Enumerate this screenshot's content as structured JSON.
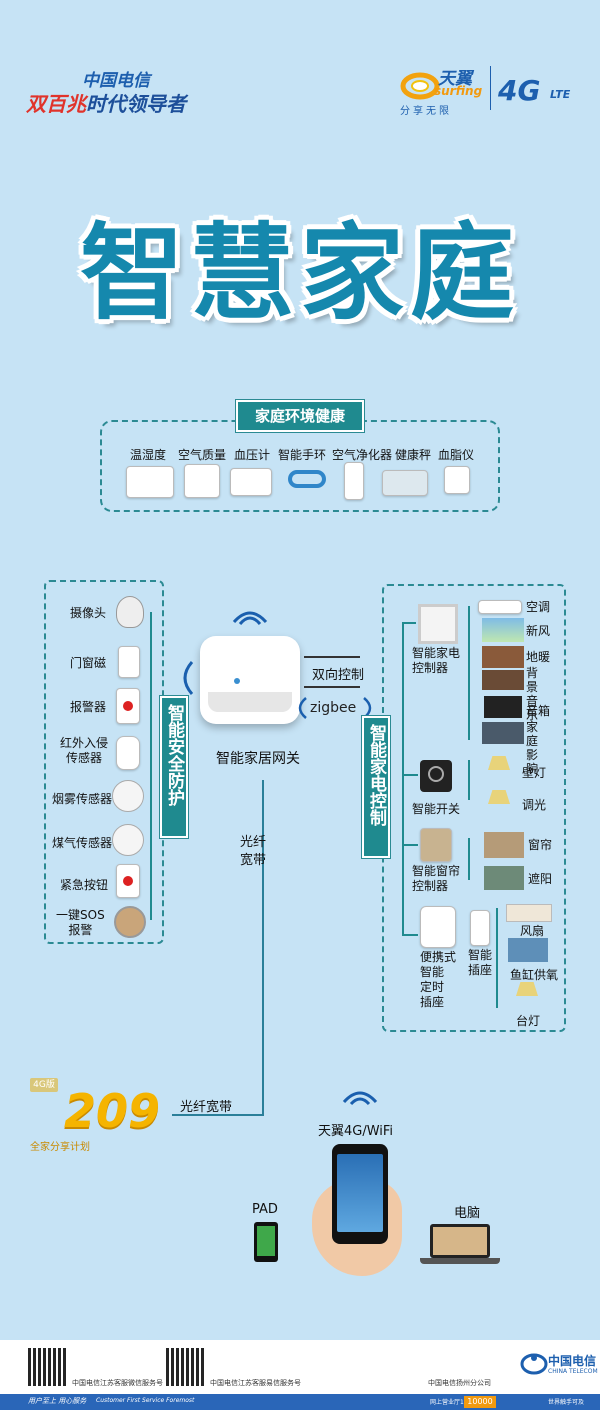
{
  "header": {
    "brand_line1": "中国电信",
    "brand_line2_red": "双百兆",
    "brand_line2_rest": "时代领导者",
    "surfing_cn": "天翼",
    "surfing_en": "surfing",
    "surfing_tagline": "分享无限",
    "badge_4g": "4G",
    "badge_lte": "LTE"
  },
  "title": "智慧家庭",
  "health": {
    "heading": "家庭环境健康",
    "items": [
      "温湿度",
      "空气质量",
      "血压计",
      "智能手环",
      "空气净化器",
      "健康秤",
      "血脂仪"
    ]
  },
  "security": {
    "heading": "智能安全防护",
    "items": [
      "摄像头",
      "门窗磁",
      "报警器",
      "红外入侵\n传感器",
      "烟雾传感器",
      "煤气传感器",
      "紧急按钮",
      "一键SOS\n报警"
    ]
  },
  "gateway": {
    "label": "智能家居网关",
    "bidirectional": "双向控制",
    "zigbee": "zigbee",
    "fiber_vertical": "光纤\n宽带",
    "fiber_horizontal": "光纤宽带"
  },
  "appliance": {
    "heading": "智能家电控制",
    "controller1": "智能家电\n控制器",
    "controller1_items": [
      "空调",
      "新风",
      "地暖",
      "背景\n音乐",
      "音箱",
      "家庭\n影院"
    ],
    "switch_label": "智能开关",
    "switch_items": [
      "壁灯",
      "调光"
    ],
    "curtain_label": "智能窗帘\n控制器",
    "curtain_items": [
      "窗帘",
      "遮阳"
    ],
    "plug_label": "便携式\n智能\n定时\n插座",
    "socket_label": "智能\n插座",
    "socket_items": [
      "风扇",
      "鱼缸供氧",
      "台灯"
    ]
  },
  "plan": {
    "badge": "4G版",
    "price": "209",
    "name": "全家分享计划"
  },
  "devices": {
    "wifi": "天翼4G/WiFi",
    "pad": "PAD",
    "pc": "电脑"
  },
  "footer": {
    "qr1_caption": "中国电信江苏客服微信服务号",
    "qr2_caption": "中国电信江苏客服易信服务号",
    "slogan_cn": "用户至上  用心服务",
    "slogan_en": "Customer First Service Foremost",
    "branch": "中国电信扬州分公司",
    "web": "网上营业厅189.cn",
    "hotline": "10000",
    "ct_cn": "中国电信",
    "ct_en": "CHINA TELECOM",
    "ct_tagline": "世界触手可及"
  },
  "colors": {
    "background": "#c6e3f5",
    "teal": "#1f8a8f",
    "title": "#1588ad",
    "brand_blue": "#1d4f9a",
    "brand_red": "#e0332b"
  }
}
